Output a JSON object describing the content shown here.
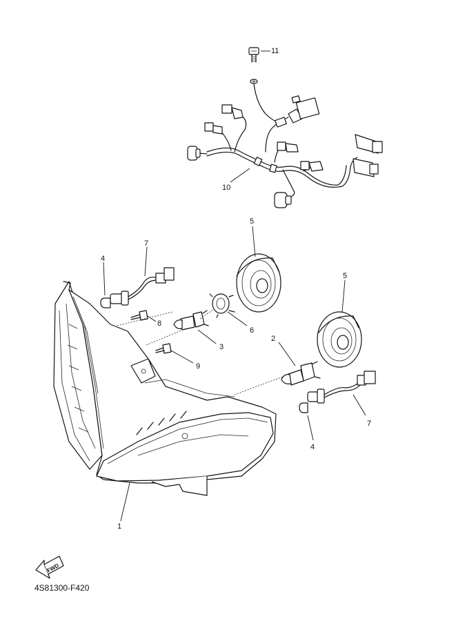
{
  "callouts": {
    "c1": "1",
    "c2": "2",
    "c3": "3",
    "c4a": "4",
    "c4b": "4",
    "c5a": "5",
    "c5b": "5",
    "c6": "6",
    "c7a": "7",
    "c7b": "7",
    "c8": "8",
    "c9": "9",
    "c10": "10",
    "c11": "11"
  },
  "fwd_label": "FWD",
  "diagram_code": "4S81300-F420"
}
